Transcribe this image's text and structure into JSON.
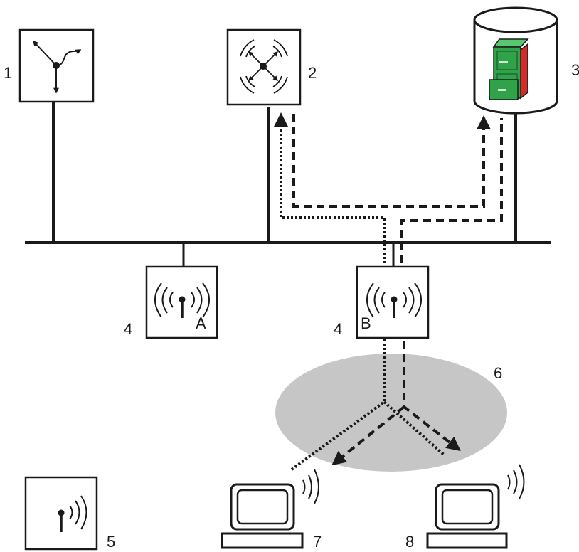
{
  "labels": {
    "router": "1",
    "switch": "2",
    "server": "3",
    "ap_a_number": "4",
    "ap_a_letter": "A",
    "ap_b_number": "4",
    "ap_b_letter": "B",
    "standalone_ap": "5",
    "wlan_cell": "6",
    "client_7": "7",
    "client_8": "8"
  },
  "colors": {
    "line": "#1a1a1a",
    "cell_fill": "#c6c6c6",
    "cabinet_green": "#2fa24a",
    "cabinet_dark": "#1e6b30",
    "cabinet_red": "#d42a2a"
  },
  "icons": {
    "router": "router-icon",
    "switch": "switch-icon",
    "server": "database-server-icon",
    "file_cabinet": "file-cabinet-icon",
    "access_point": "wireless-access-point-icon",
    "client": "laptop-client-icon"
  }
}
